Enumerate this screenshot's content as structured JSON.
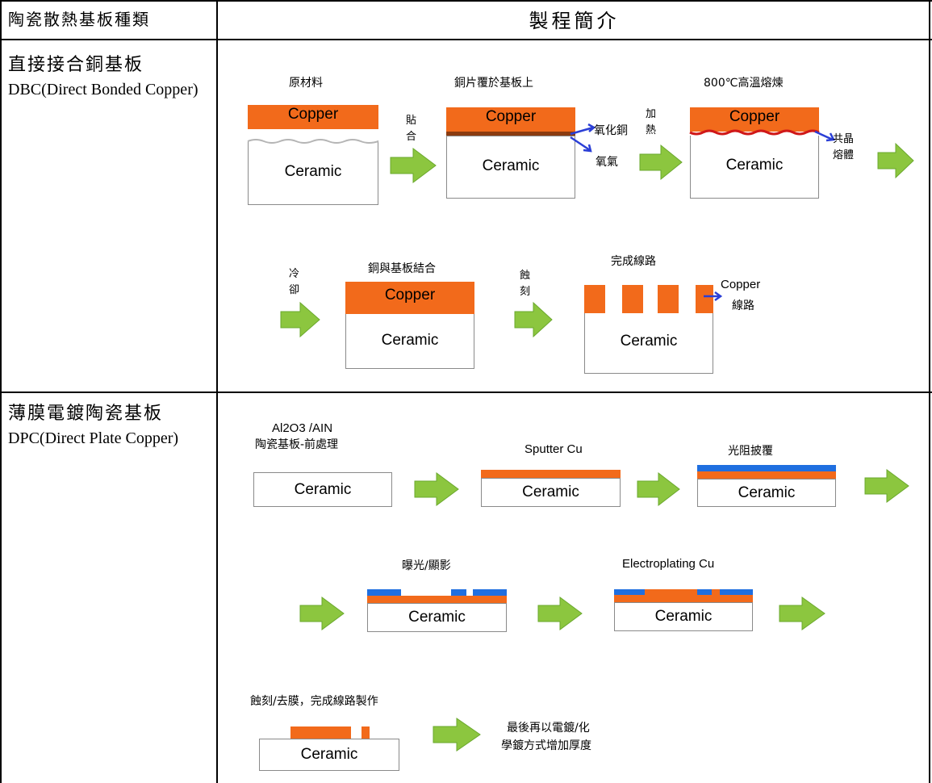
{
  "header": {
    "type_col": "陶瓷散熱基板種類",
    "process_col": "製程簡介"
  },
  "dbc": {
    "title": "直接接合銅基板",
    "subtitle": "DBC(Direct Bonded Copper)",
    "steps": {
      "raw": "原材料",
      "cover": "銅片覆於基板上",
      "melt": "800℃高溫熔煉",
      "bond": "銅與基板結合",
      "done": "完成線路"
    },
    "labels": {
      "copper": "Copper",
      "ceramic": "Ceramic",
      "attach": "貼合",
      "heat": "加熱",
      "cool": "冷卻",
      "etch": "蝕刻",
      "cuoxide": "氧化銅",
      "oxygen": "氧氣",
      "eutectic": "共晶熔體",
      "copper_line_1": "Copper",
      "copper_line_2": "線路"
    }
  },
  "dpc": {
    "title": "薄膜電鍍陶瓷基板",
    "subtitle": "DPC(Direct Plate Copper)",
    "steps": {
      "pre_1": "Al2O3 /AIN",
      "pre_2": "陶瓷基板-前處理",
      "sputter": "Sputter Cu",
      "photoresist": "光阻披覆",
      "expose": "曝光/顯影",
      "plating": "Electroplating Cu",
      "strip": "蝕刻/去膜，完成線路製作",
      "final_1": "最後再以電鍍/化",
      "final_2": "學鍍方式增加厚度"
    },
    "labels": {
      "ceramic": "Ceramic"
    }
  },
  "colors": {
    "copper": "#f26a1b",
    "arrow": "#8cc63f",
    "photoresist": "#1f6fe0",
    "pointer": "#2b3fd6"
  }
}
